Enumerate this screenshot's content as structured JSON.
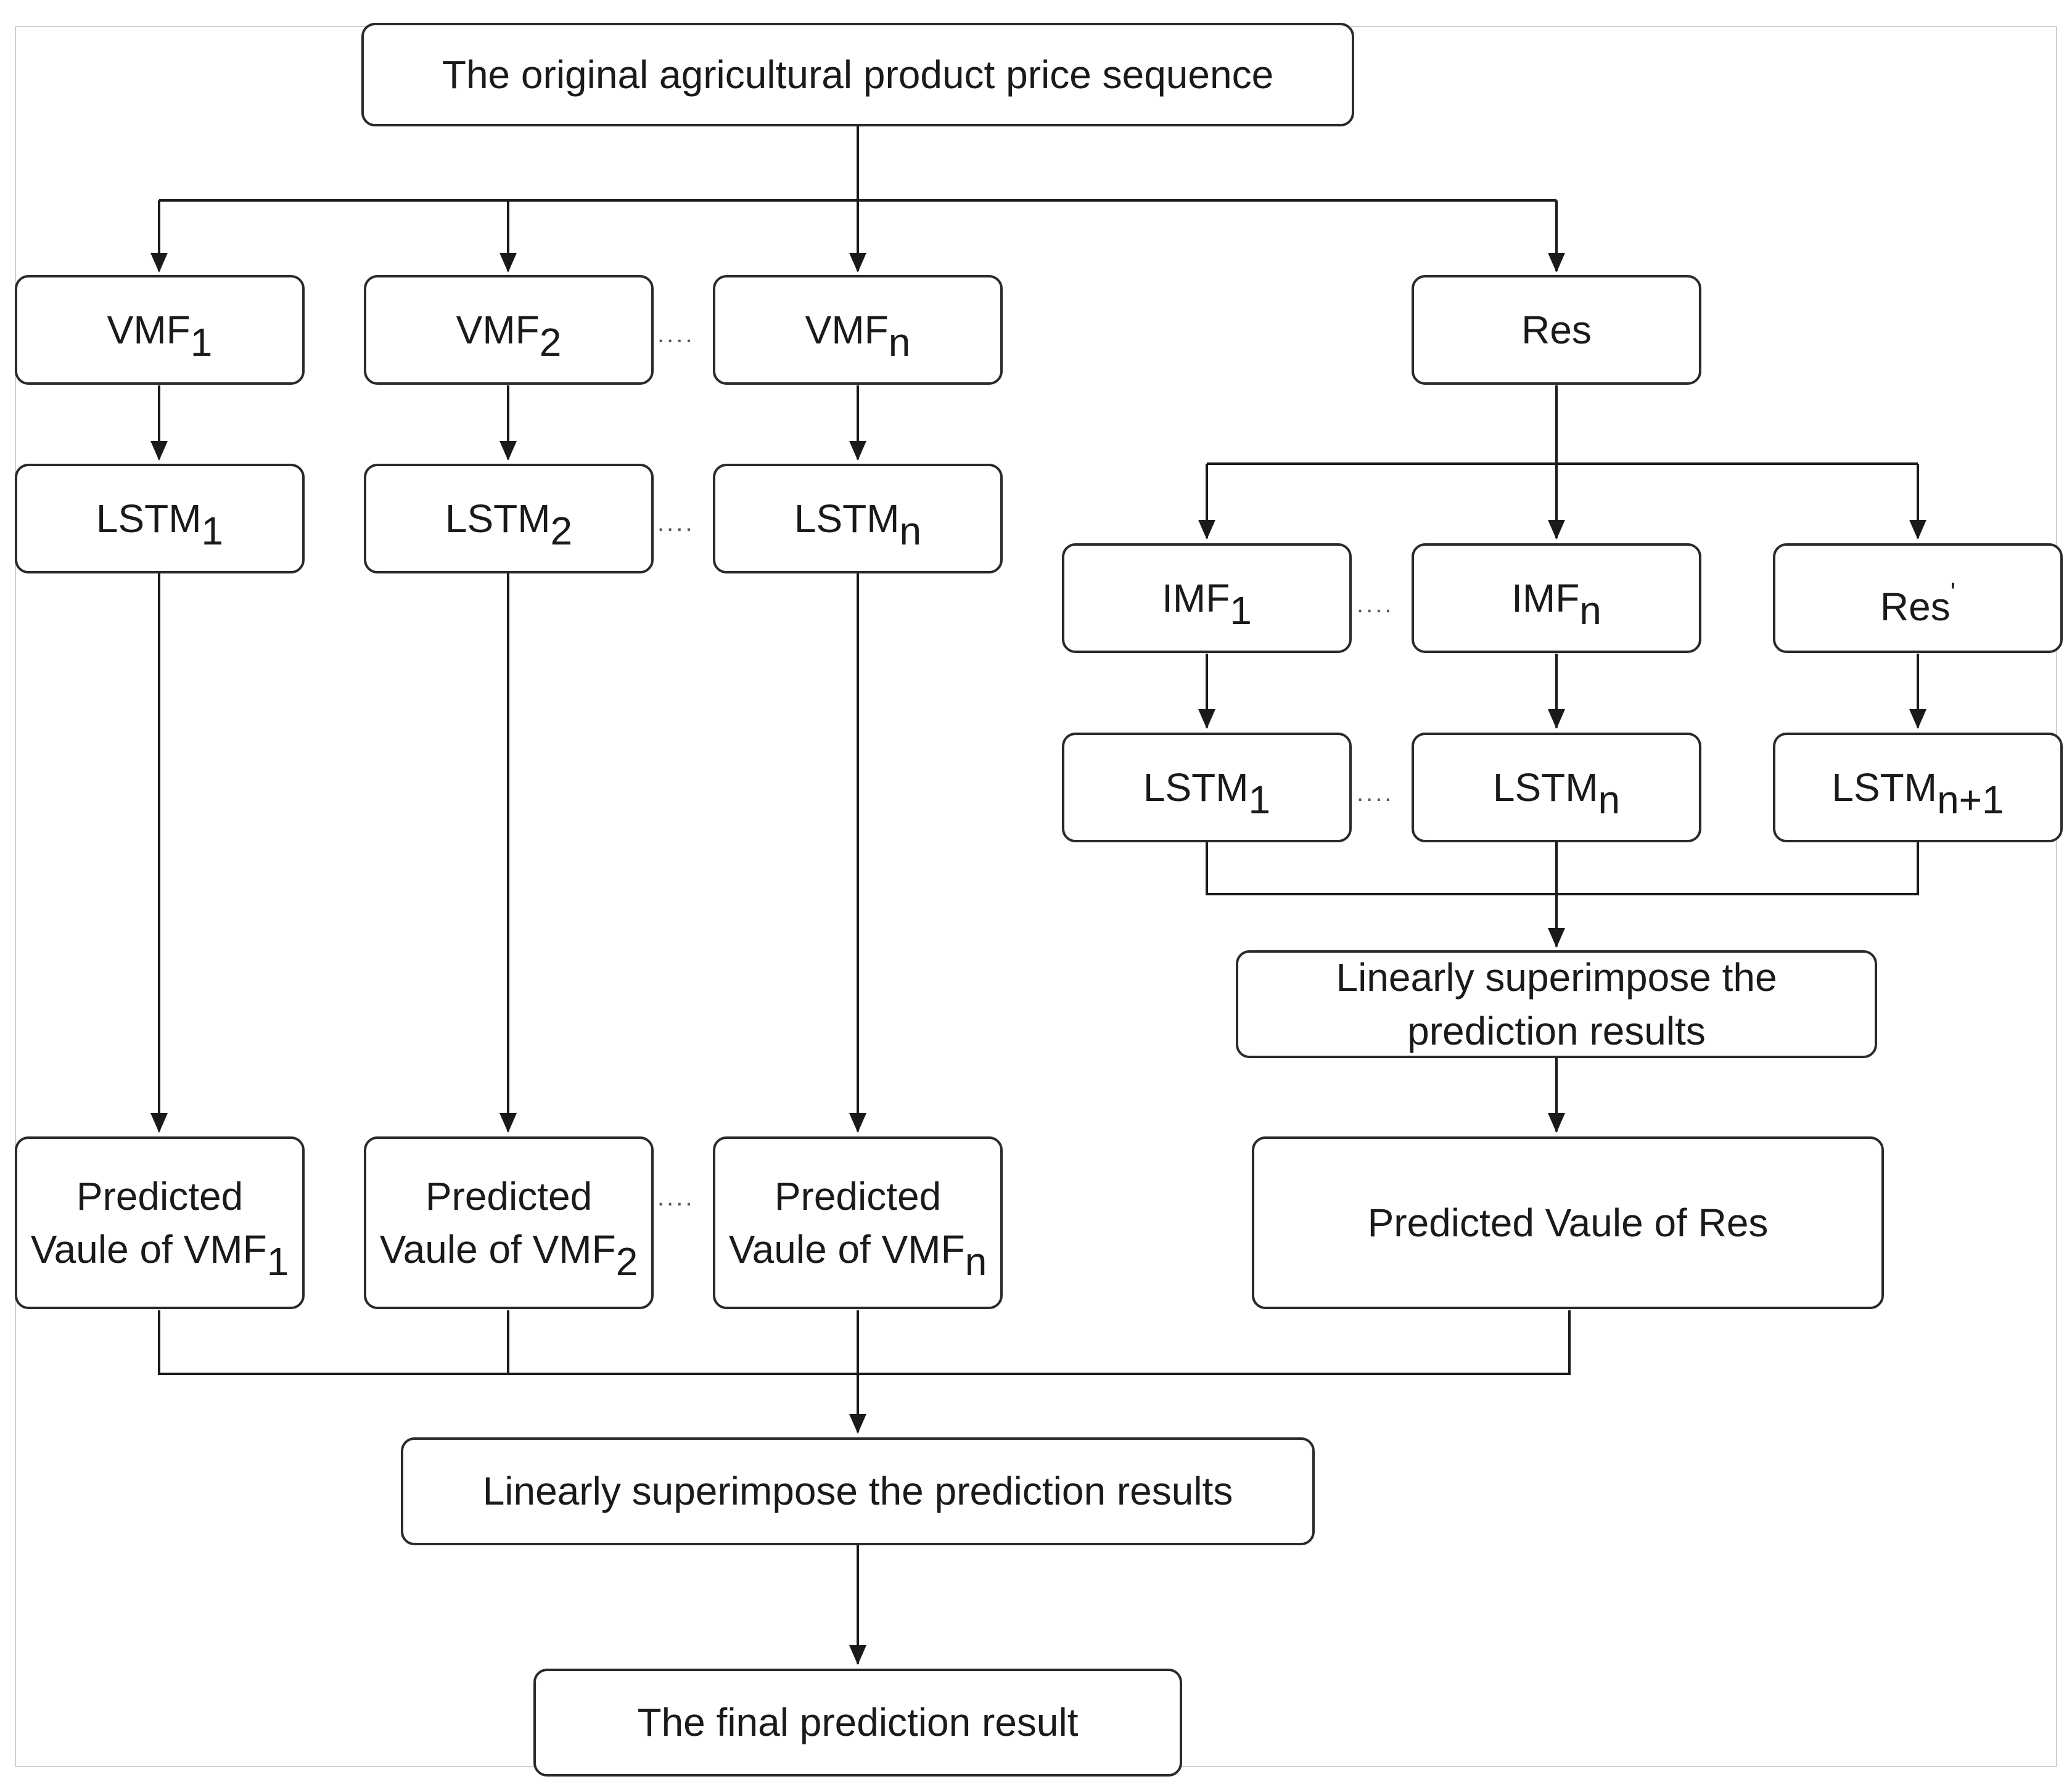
{
  "nodes": {
    "source": "The original agricultural product price sequence",
    "vmf1": {
      "base": "VMF",
      "sub": "1"
    },
    "vmf2": {
      "base": "VMF",
      "sub": "2"
    },
    "vmfn": {
      "base": "VMF",
      "sub": "n"
    },
    "res": "Res",
    "lstm1": {
      "base": "LSTM",
      "sub": "1"
    },
    "lstm2": {
      "base": "LSTM",
      "sub": "2"
    },
    "lstmn": {
      "base": "LSTM",
      "sub": "n"
    },
    "imf1": {
      "base": "IMF",
      "sub": "1"
    },
    "imfn": {
      "base": "IMF",
      "sub": "n"
    },
    "res_prime": {
      "base": "Res",
      "sup": "'"
    },
    "lstm_r1": {
      "base": "LSTM",
      "sub": "1"
    },
    "lstm_rn": {
      "base": "LSTM",
      "sub": "n"
    },
    "lstm_rn1": {
      "base": "LSTM",
      "sub": "n+1"
    },
    "superimpose_res": {
      "line1": "Linearly superimpose the",
      "line2": "prediction results"
    },
    "pred_vmf1": {
      "line1": "Predicted",
      "line2": "Vaule of VMF",
      "sub": "1"
    },
    "pred_vmf2": {
      "line1": "Predicted",
      "line2": "Vaule of VMF",
      "sub": "2"
    },
    "pred_vmfn": {
      "line1": "Predicted",
      "line2": "Vaule of VMF",
      "sub": "n"
    },
    "pred_res": "Predicted Vaule of Res",
    "superimpose_all": "Linearly superimpose the prediction results",
    "final": "The final prediction result"
  },
  "ellipsis": "...."
}
